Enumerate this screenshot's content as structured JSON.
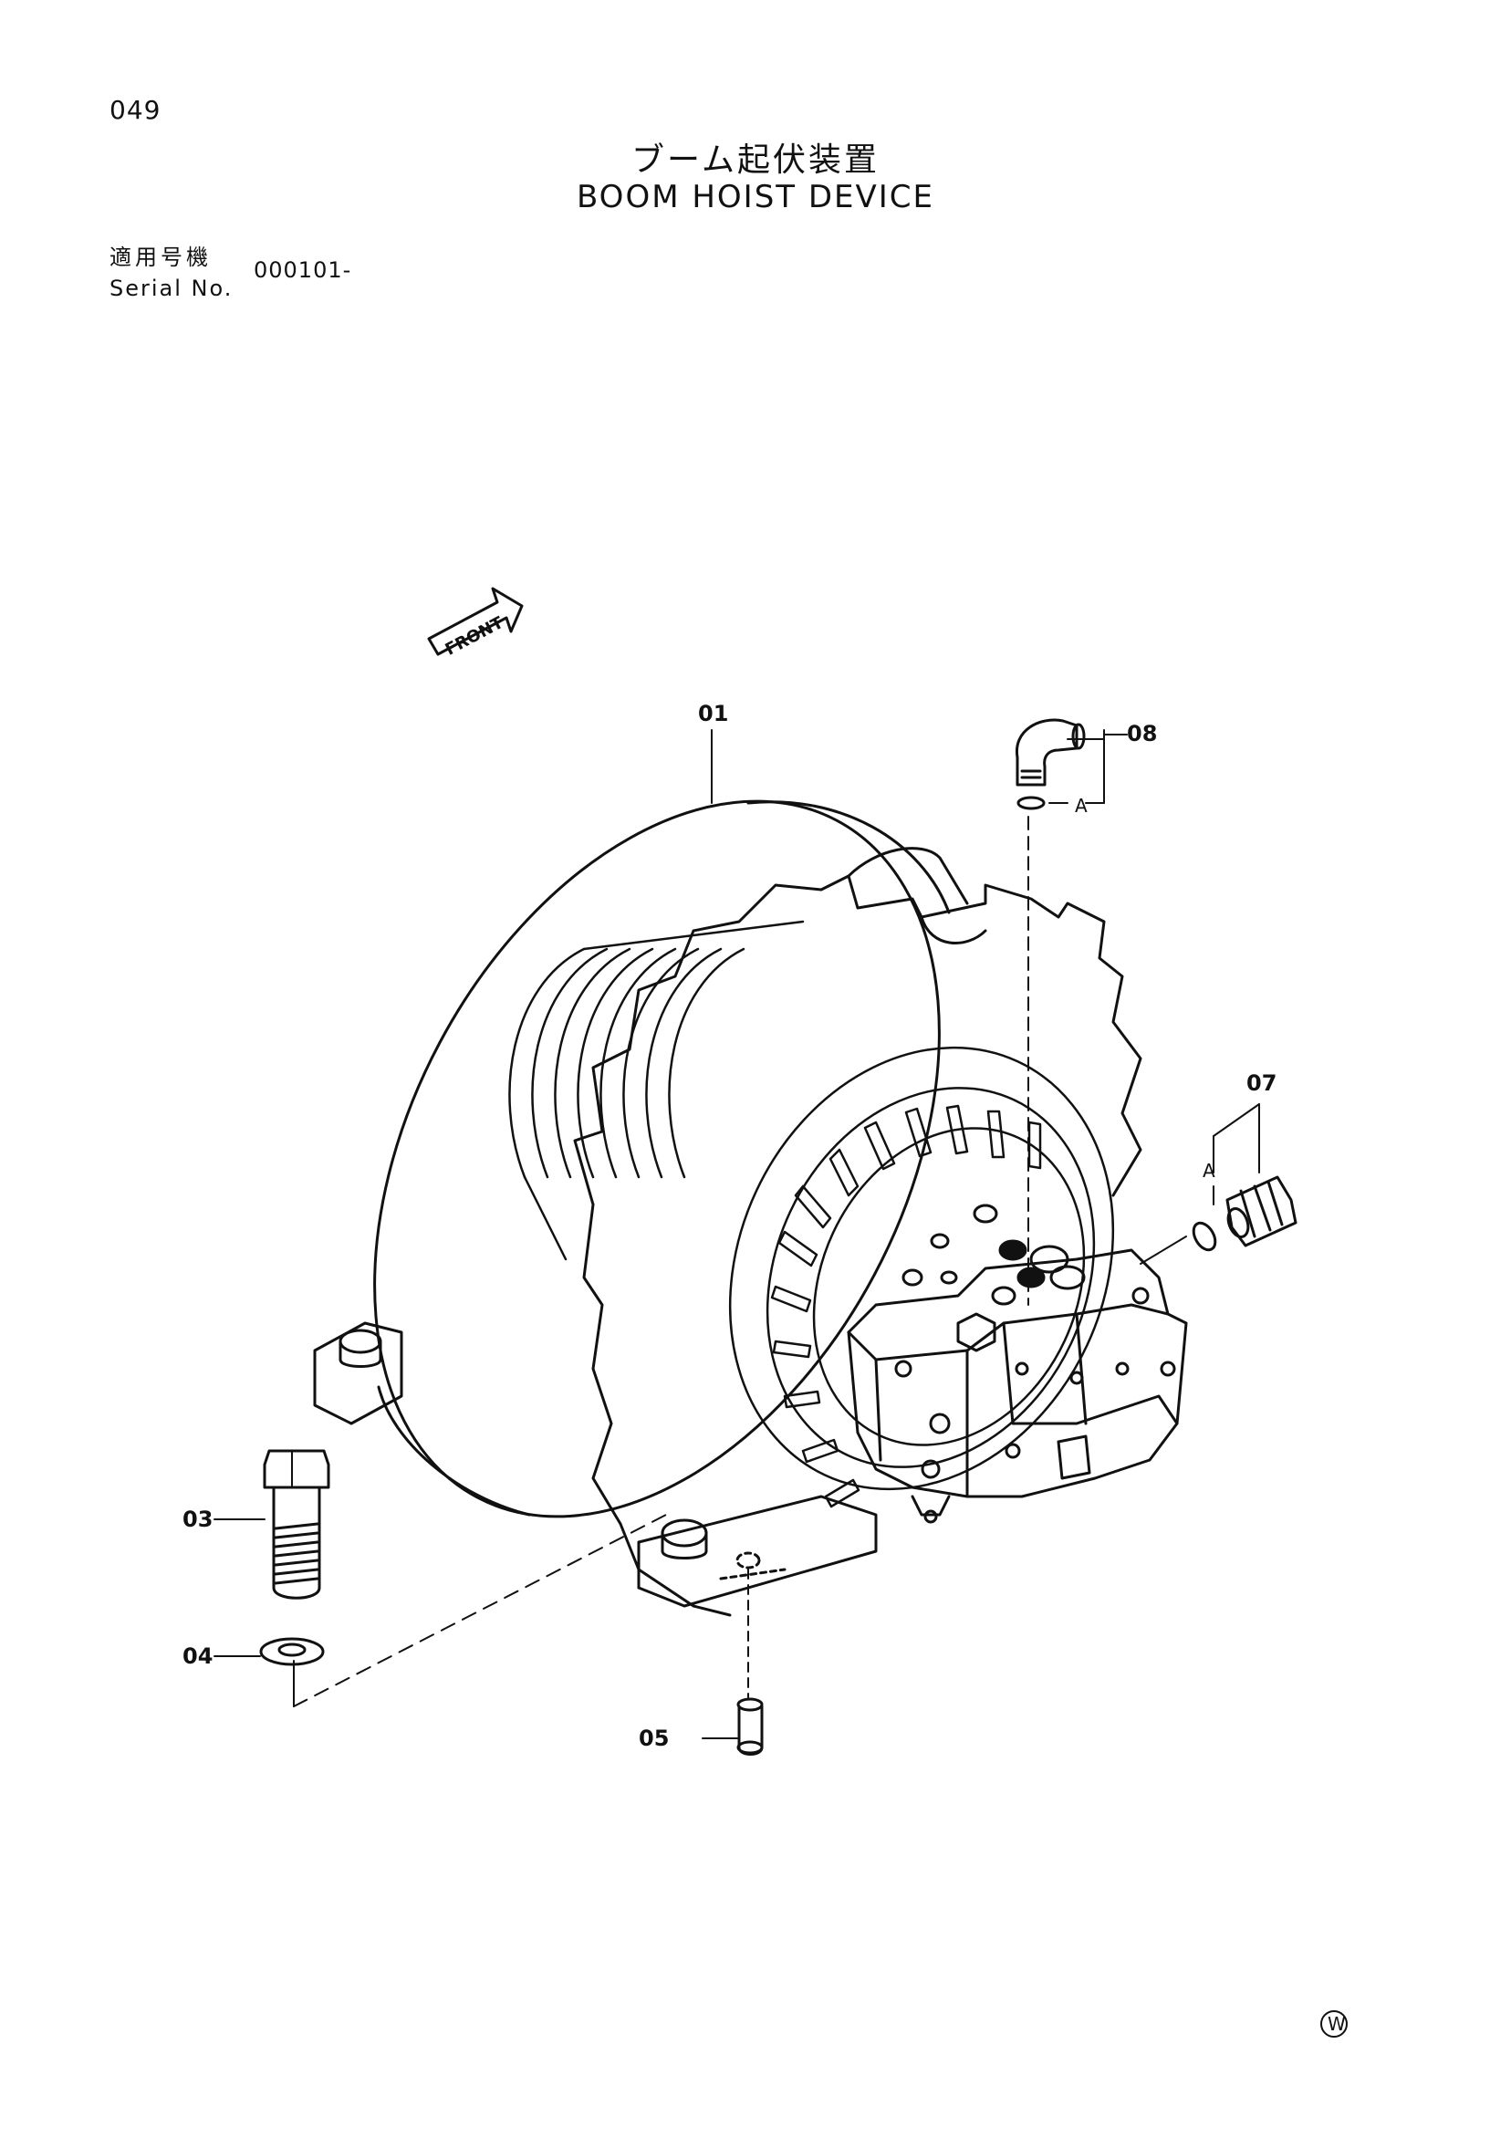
{
  "header": {
    "page_number": "049",
    "title_jp": "ブーム起伏装置",
    "title_en": "BOOM HOIST DEVICE"
  },
  "serial": {
    "label_jp": "適用号機",
    "label_en": "Serial No.",
    "value": "000101-"
  },
  "parts": [
    {
      "ref": "01"
    },
    {
      "ref": "03"
    },
    {
      "ref": "04"
    },
    {
      "ref": "05"
    },
    {
      "ref": "07"
    },
    {
      "ref": "08"
    }
  ],
  "group_marks": [
    "A",
    "A"
  ],
  "front_arrow_label": "FRONT",
  "corner_mark": "W",
  "colors": {
    "ink": "#111111",
    "paper": "#ffffff"
  }
}
